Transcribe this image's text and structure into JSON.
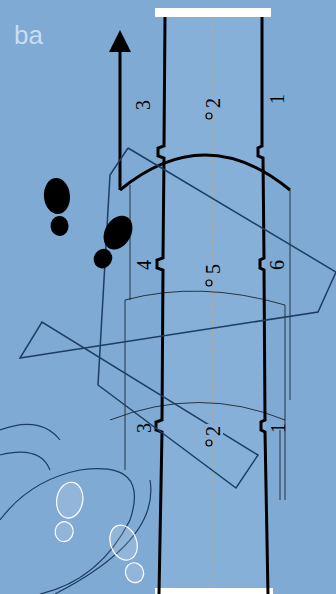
{
  "diagram": {
    "labels": [
      "ba",
      "3",
      "2",
      "1",
      "4",
      "5",
      "6",
      "3",
      "2",
      "1"
    ]
  }
}
